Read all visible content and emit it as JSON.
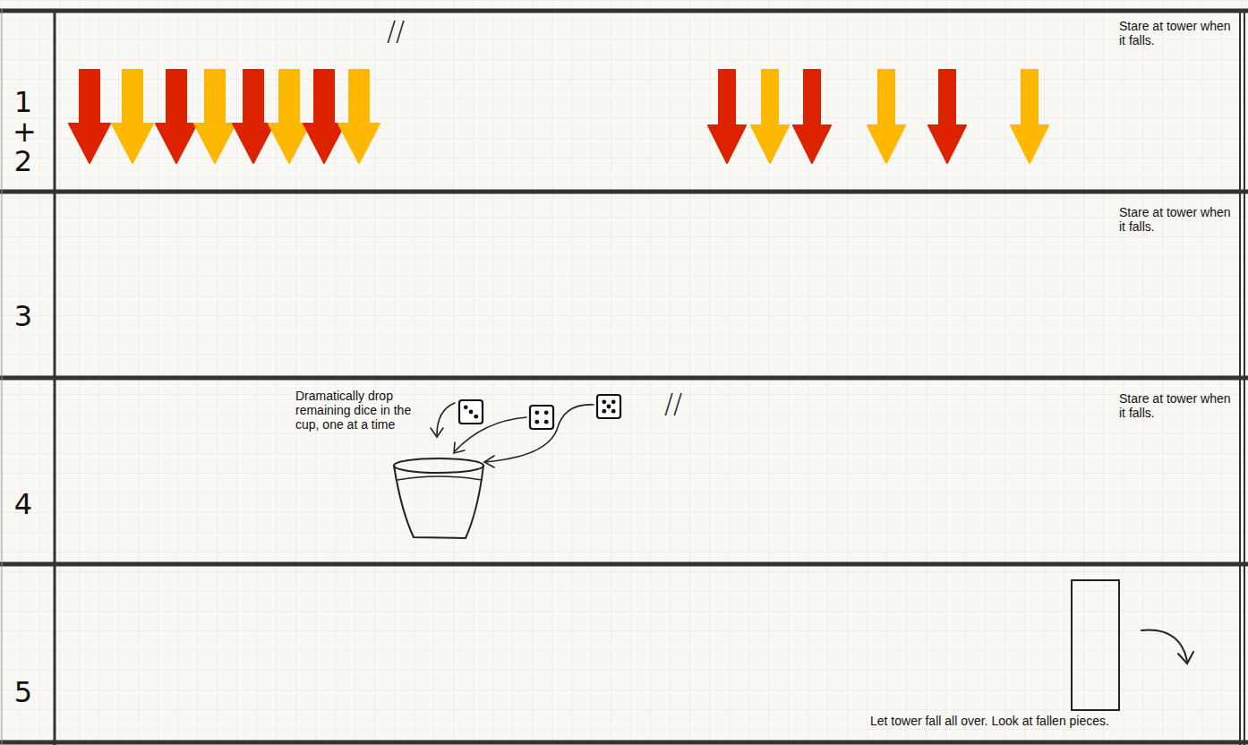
{
  "diagram": {
    "labels": [
      "1 + 2",
      "//",
      "Stare at tower when it falls.",
      "3",
      "Stare at tower when it falls.",
      "4",
      "Dramatically drop remaining dice in the cup, one at a time",
      "//",
      "Stare at tower when it falls.",
      "5",
      "Let tower fall all over. Look at fallen pieces."
    ]
  }
}
